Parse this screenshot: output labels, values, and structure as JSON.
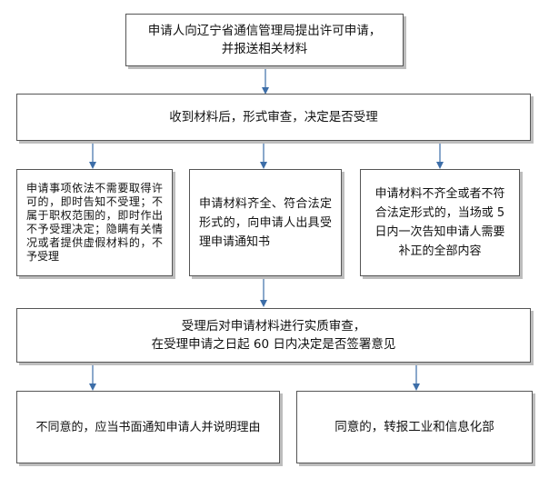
{
  "steps": {
    "apply": [
      "申请人向辽宁省通信管理局提出许可申请，",
      "并报送相关材料"
    ],
    "review": "收到材料后，形式审查，决定是否受理",
    "reject": "申请事项依法不需要取得许可的，即时告知不受理；不属于职权范围的，即时作出不予受理决定；隐瞒有关情况或者提供虚假材料的，不予受理",
    "accept": "申请材料齐全、符合法定形式的，向申请人出具受理申请通知书",
    "incomplete": "申请材料不齐全或者不符合法定形式的，当场或 5 日内一次告知申请人需要补正的全部内容",
    "substantive": [
      "受理后对申请材料进行实质审查，",
      "在受理申请之日起 60 日内决定是否签署意见"
    ],
    "disagree": "不同意的，应当书面通知申请人并说明理由",
    "agree": "同意的，转报工业和信息化部"
  }
}
